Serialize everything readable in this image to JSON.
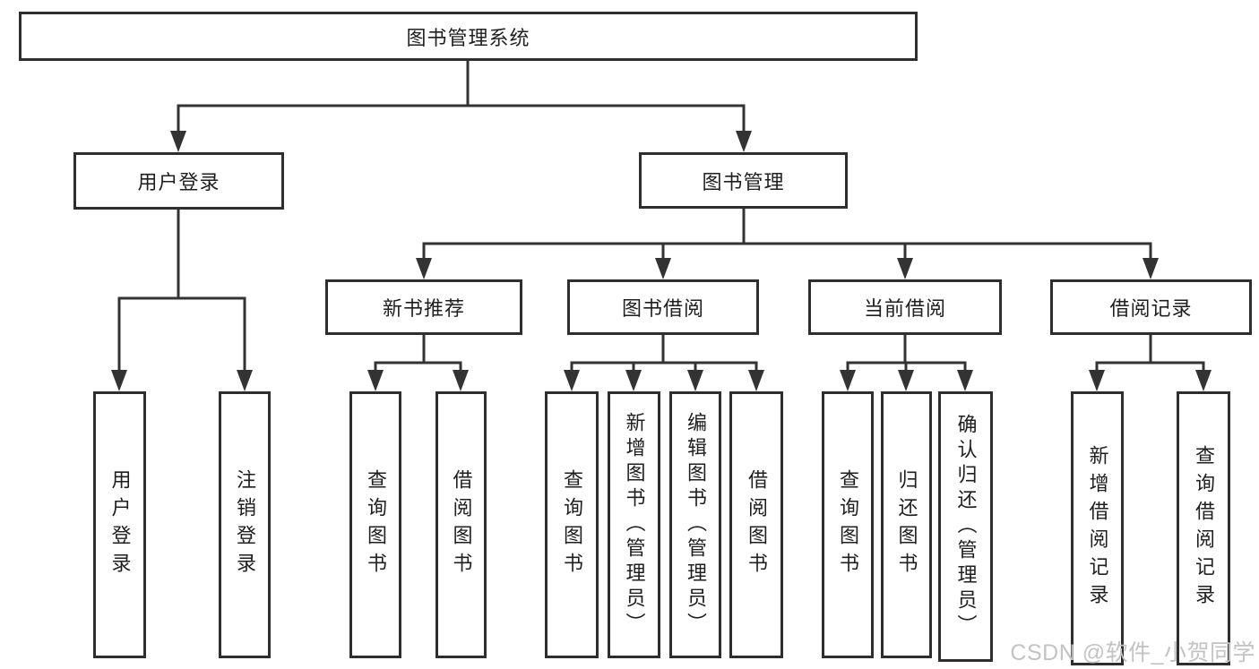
{
  "diagram": {
    "root": {
      "label": "图书管理系统"
    },
    "level1": [
      {
        "label": "用户登录"
      },
      {
        "label": "图书管理"
      }
    ],
    "user_login_children": [
      "用户登录",
      "注销登录"
    ],
    "sections": [
      {
        "label": "新书推荐",
        "children": [
          "查询图书",
          "借阅图书"
        ]
      },
      {
        "label": "图书借阅",
        "children": [
          "查询图书",
          "新增图书（管理员）",
          "编辑图书（管理员）",
          "借阅图书"
        ]
      },
      {
        "label": "当前借阅",
        "children": [
          "查询图书",
          "归还图书",
          "确认归还（管理员）"
        ]
      },
      {
        "label": "借阅记录",
        "children": [
          "新增借阅记录",
          "查询借阅记录"
        ]
      }
    ]
  },
  "watermark": {
    "text": "CSDN @软件_小贺同学",
    "color": "#c3c3c3"
  },
  "colors": {
    "line": "#333333",
    "border": "#2e2e2e",
    "text": "#1f1f1f",
    "background": "#ffffff"
  }
}
